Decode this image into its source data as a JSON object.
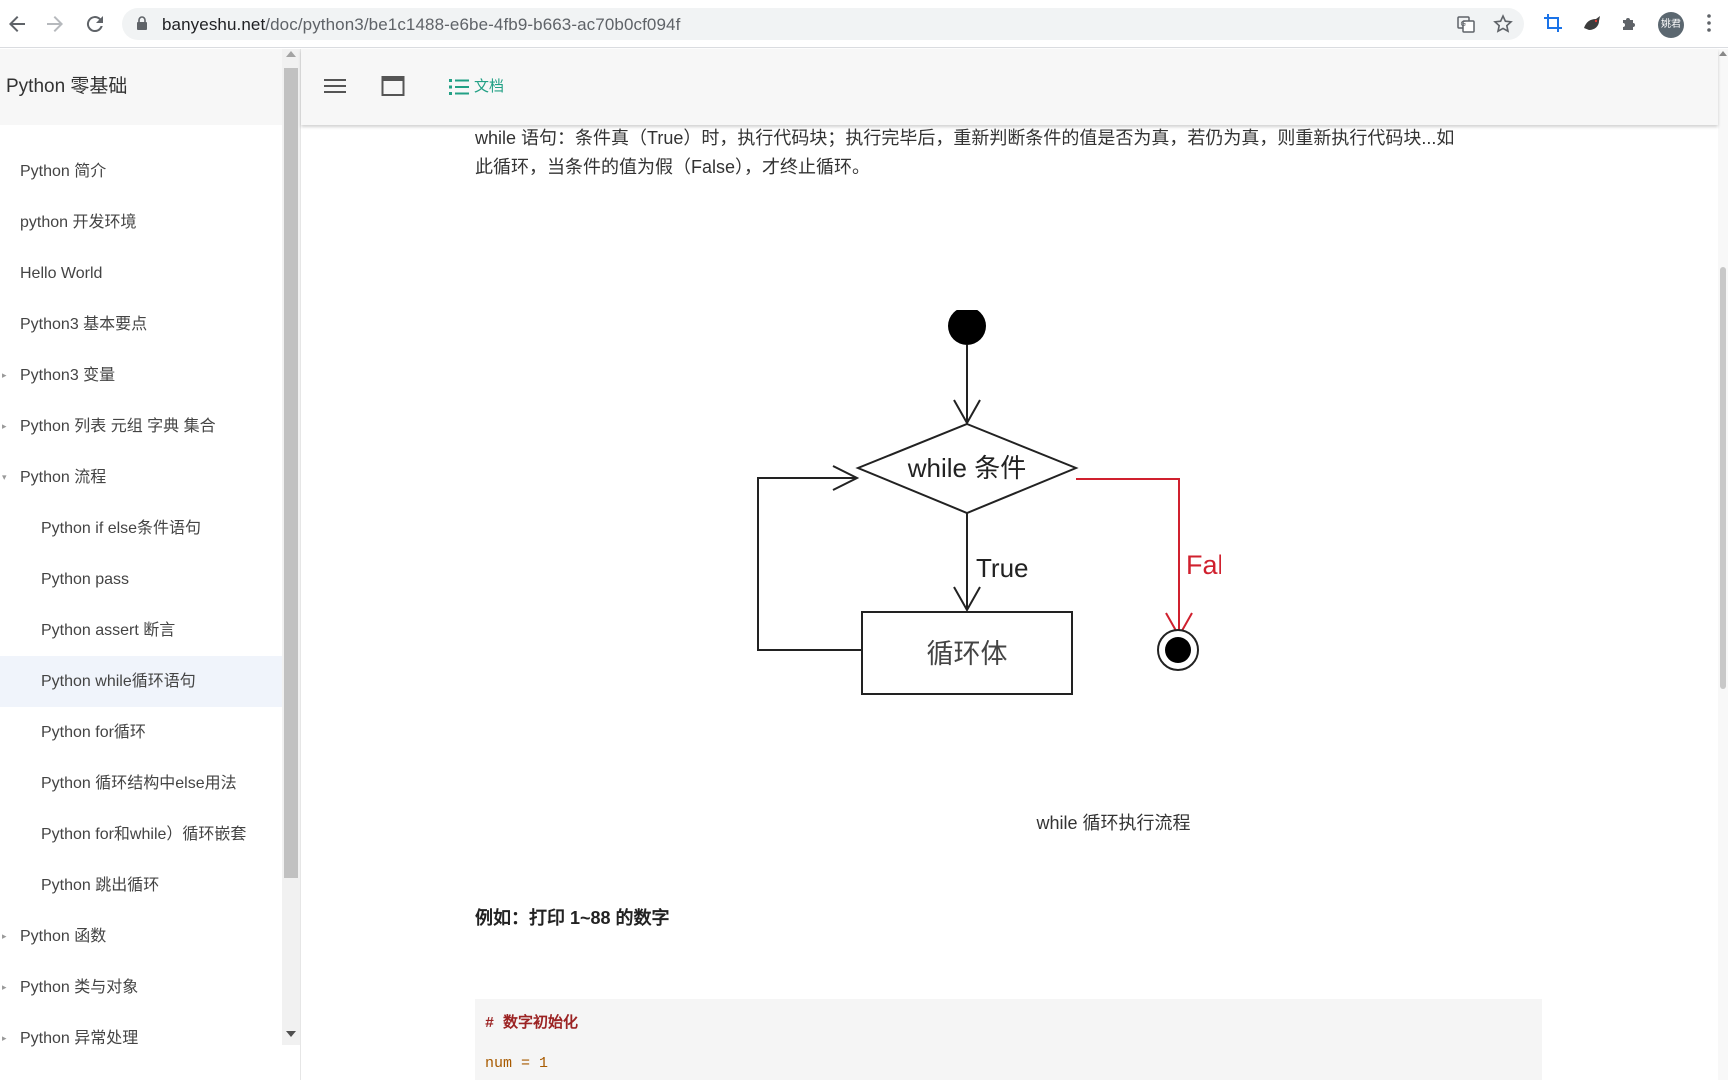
{
  "browser": {
    "url_domain": "banyeshu.net",
    "url_path": "/doc/python3/be1c1488-e6be-4fb9-b663-ac70b0cf094f",
    "avatar_text": "姚君",
    "icons": [
      "back-icon",
      "forward-icon",
      "reload-icon",
      "lock-icon",
      "translate-icon",
      "bookmark-star-icon",
      "crop-extension-icon",
      "bird-extension-icon",
      "puzzle-extensions-icon",
      "kebab-menu-icon"
    ]
  },
  "sidebar": {
    "title": "Python 零基础",
    "items": [
      {
        "label": "Python 简介",
        "level": 1,
        "caret": ""
      },
      {
        "label": "python 开发环境",
        "level": 1,
        "caret": ""
      },
      {
        "label": "Hello World",
        "level": 1,
        "caret": ""
      },
      {
        "label": "Python3 基本要点",
        "level": 1,
        "caret": ""
      },
      {
        "label": "Python3 变量",
        "level": 1,
        "caret": "▸"
      },
      {
        "label": "Python 列表 元组 字典 集合",
        "level": 1,
        "caret": "▸"
      },
      {
        "label": "Python 流程",
        "level": 1,
        "caret": "▾"
      },
      {
        "label": "Python if else条件语句",
        "level": 2,
        "caret": ""
      },
      {
        "label": "Python pass",
        "level": 2,
        "caret": ""
      },
      {
        "label": "Python assert 断言",
        "level": 2,
        "caret": ""
      },
      {
        "label": "Python while循环语句",
        "level": 2,
        "caret": "",
        "active": true
      },
      {
        "label": "Python for循环",
        "level": 2,
        "caret": ""
      },
      {
        "label": "Python 循环结构中else用法",
        "level": 2,
        "caret": ""
      },
      {
        "label": "Python for和while）循环嵌套",
        "level": 2,
        "caret": ""
      },
      {
        "label": "Python 跳出循环",
        "level": 2,
        "caret": ""
      },
      {
        "label": "Python 函数",
        "level": 1,
        "caret": "▸"
      },
      {
        "label": "Python 类与对象",
        "level": 1,
        "caret": "▸"
      },
      {
        "label": "Python 异常处理",
        "level": 1,
        "caret": "▸"
      }
    ]
  },
  "toolbar": {
    "doc_label": "文档",
    "accent_color": "#22a085"
  },
  "content": {
    "paragraph_line1": "while 语句：条件真（True）时，执行代码块；执行完毕后，重新判断条件的值是否为真，若仍为真，则重新执行代码块...如",
    "paragraph_line2": "此循环，当条件的值为假（False），才终止循环。",
    "diagram": {
      "condition_label": "while 条件",
      "true_label": "True",
      "false_label": "False",
      "body_label": "循环体",
      "false_color": "#d0202e"
    },
    "caption": "while 循环执行流程",
    "example_heading": "例如：打印 1~88 的数字",
    "code_comment": "# 数字初始化",
    "code_line2": "num = 1"
  }
}
